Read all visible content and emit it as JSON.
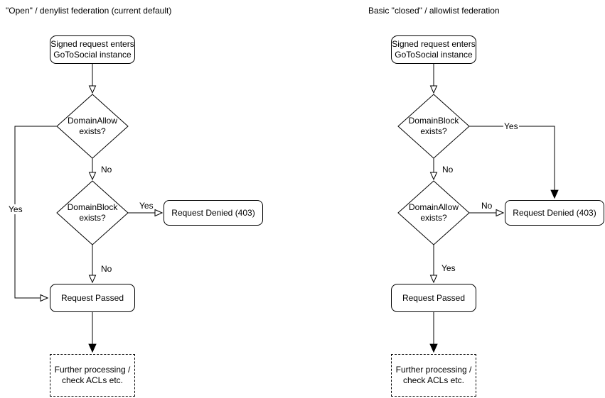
{
  "colors": {
    "stroke": "#000000",
    "fill": "#ffffff",
    "text": "#000000"
  },
  "left": {
    "title": "\"Open\" / denylist federation (current default)",
    "start_line1": "Signed request enters",
    "start_line2": "GoToSocial instance",
    "decision1_line1": "DomainAllow",
    "decision1_line2": "exists?",
    "decision2_line1": "DomainBlock",
    "decision2_line2": "exists?",
    "denied_label": "Request Denied (403)",
    "passed_label": "Request Passed",
    "further_line1": "Further processing /",
    "further_line2": "check ACLs etc.",
    "label_d1_yes": "Yes",
    "label_d1_no": "No",
    "label_d2_yes": "Yes",
    "label_d2_no": "No"
  },
  "right": {
    "title": "Basic \"closed\" / allowlist federation",
    "start_line1": "Signed request enters",
    "start_line2": "GoToSocial instance",
    "decision1_line1": "DomainBlock",
    "decision1_line2": "exists?",
    "decision2_line1": "DomainAllow",
    "decision2_line2": "exists?",
    "denied_label": "Request Denied (403)",
    "passed_label": "Request Passed",
    "further_line1": "Further processing /",
    "further_line2": "check ACLs etc.",
    "label_d1_yes": "Yes",
    "label_d1_no": "No",
    "label_d2_no": "No",
    "label_d2_yes": "Yes"
  }
}
